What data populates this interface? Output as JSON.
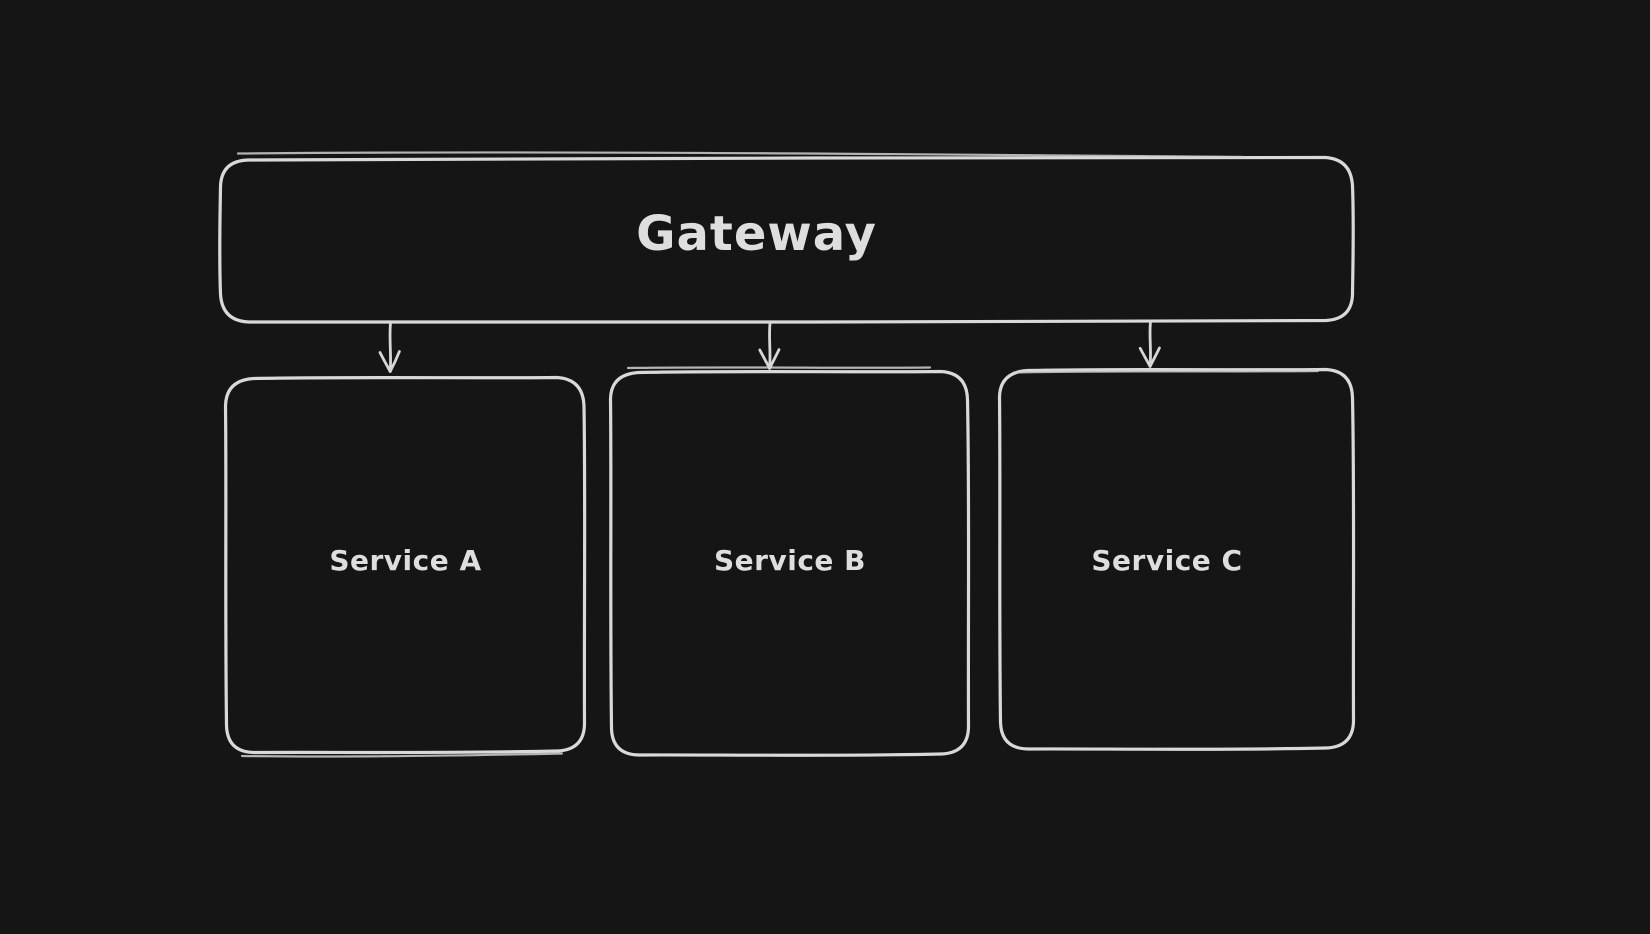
{
  "canvas": {
    "background_color": "#151515",
    "stroke_color": "#d9d9d9",
    "text_color": "#dedede",
    "style": "hand-drawn-dark"
  },
  "diagram": {
    "type": "flowchart",
    "nodes": [
      {
        "id": "gateway",
        "label": "Gateway"
      },
      {
        "id": "service-a",
        "label": "Service A"
      },
      {
        "id": "service-b",
        "label": "Service B"
      },
      {
        "id": "service-c",
        "label": "Service C"
      }
    ],
    "edges": [
      {
        "from": "gateway",
        "to": "service-a",
        "style": "arrow-down"
      },
      {
        "from": "gateway",
        "to": "service-b",
        "style": "arrow-down"
      },
      {
        "from": "gateway",
        "to": "service-c",
        "style": "arrow-down"
      }
    ]
  }
}
